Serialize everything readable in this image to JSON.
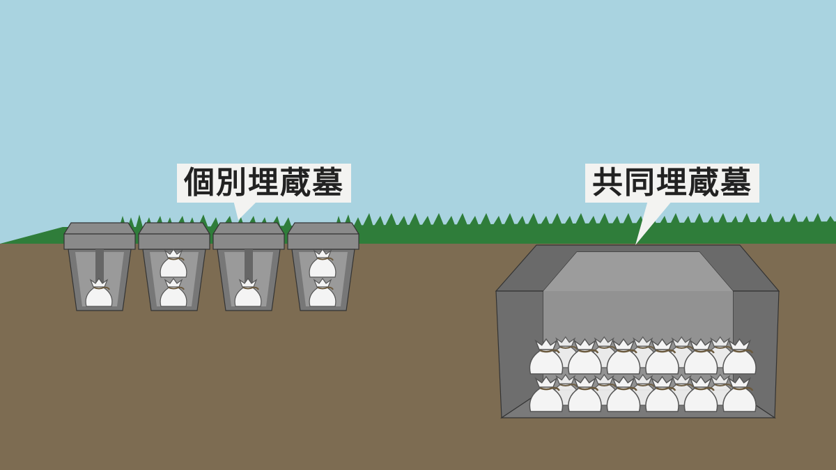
{
  "labels": {
    "individual": "個別埋蔵墓",
    "shared": "共同埋蔵墓"
  },
  "colors": {
    "sky": "#a9d3e0",
    "soil": "#7d6c52",
    "grass": "#2f7d3a",
    "concrete": "#808080",
    "concrete_dark": "#5e5e5e",
    "bag": "#f4f4f4",
    "label_bg": "#f3f3f1"
  },
  "individual_tombs": [
    {
      "urns": 1
    },
    {
      "urns": 2
    },
    {
      "urns": 1
    },
    {
      "urns": 2
    }
  ],
  "shared_tomb": {
    "rows": 2,
    "urns_per_row": 6
  }
}
